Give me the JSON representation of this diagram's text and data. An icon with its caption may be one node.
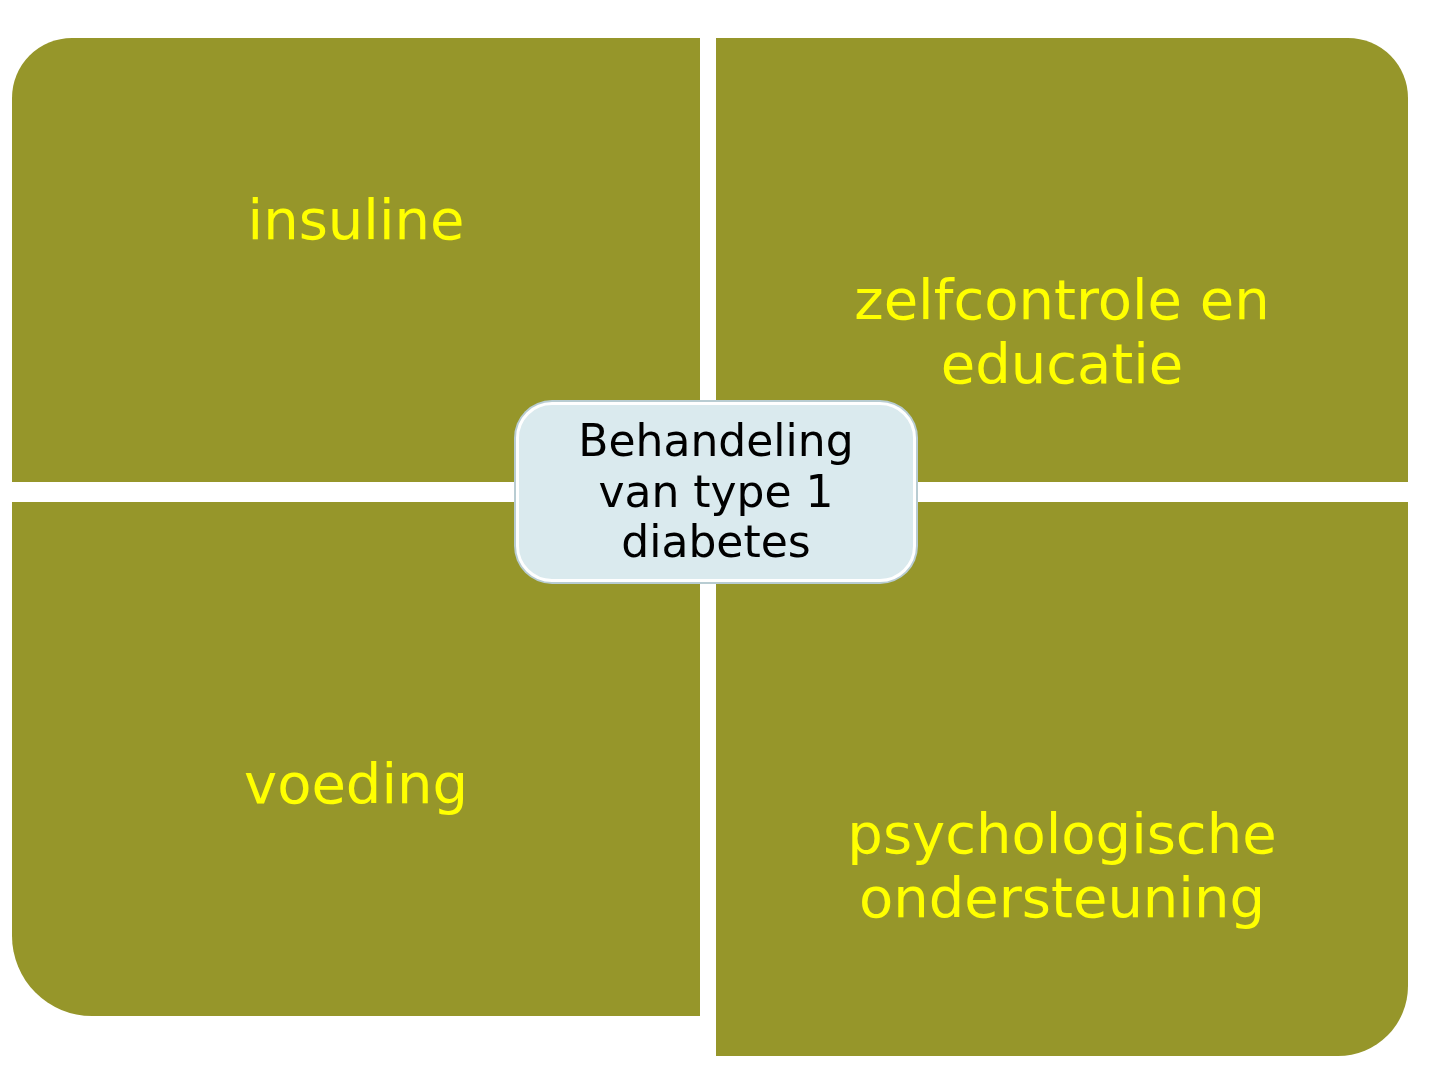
{
  "diagram": {
    "nodes": [
      {
        "text": [
          "insuline"
        ]
      },
      {
        "text": [
          "zelfcontrole en educatie"
        ]
      },
      {
        "text": [
          "Behandeling van type 1 diabetes"
        ]
      },
      {
        "text": [
          "voeding"
        ]
      },
      {
        "text": [
          "psychologische ondersteuning"
        ]
      }
    ]
  }
}
